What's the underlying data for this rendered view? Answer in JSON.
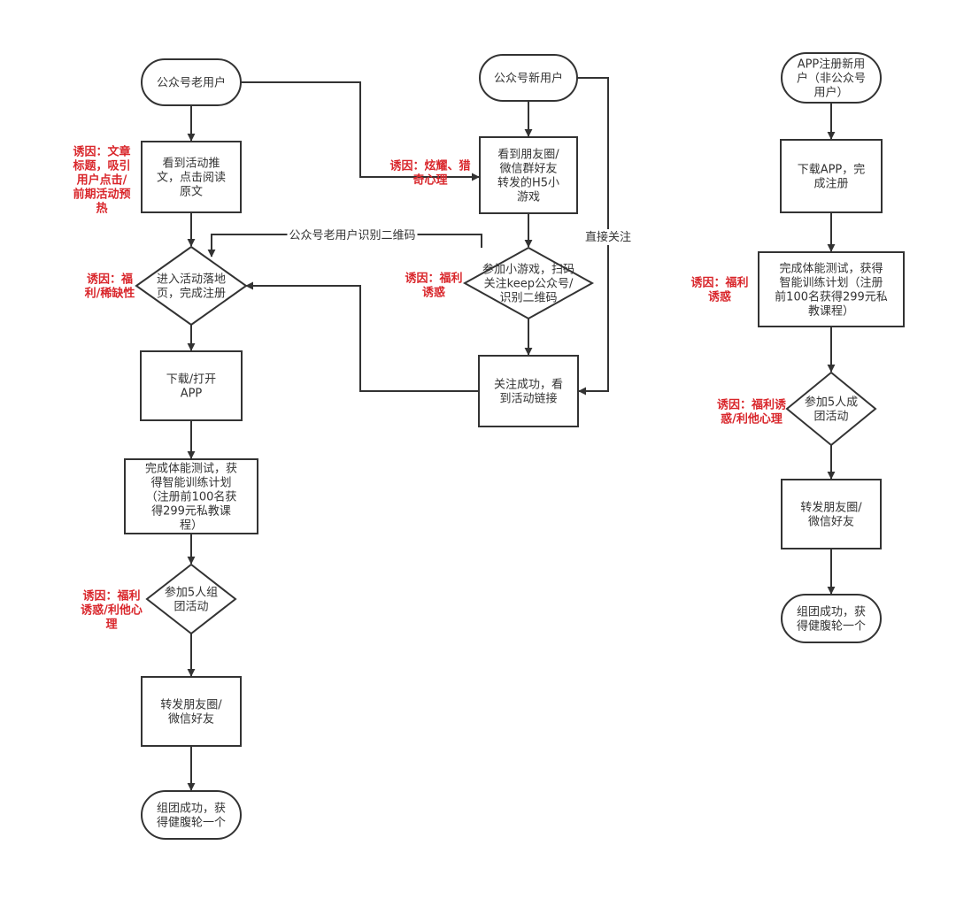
{
  "colors": {
    "stroke": "#333333",
    "text": "#333333",
    "note": "#d9262b",
    "background": "#ffffff"
  },
  "nodes": {
    "old_user_start": [
      "公众号老用户"
    ],
    "read_article": [
      "看到活动推",
      "文，点击阅读",
      "原文"
    ],
    "landing_page": [
      "进入活动落地",
      "页，完成注册"
    ],
    "download_app": [
      "下载/打开",
      "APP"
    ],
    "fitness_test_left": [
      "完成体能测试，获",
      "得智能训练计划",
      "（注册前100名获",
      "得299元私教课",
      "程）"
    ],
    "join_group_left": [
      "参加5人组",
      "团活动"
    ],
    "share_left": [
      "转发朋友圈/",
      "微信好友"
    ],
    "success_left": [
      "组团成功，获",
      "得健腹轮一个"
    ],
    "new_user_start": [
      "公众号新用户"
    ],
    "see_moments": [
      "看到朋友圈/",
      "微信群好友",
      "转发的H5小",
      "游戏"
    ],
    "play_game": [
      "参加小游戏，扫码",
      "关注keep公众号/",
      "识别二维码"
    ],
    "follow_success": [
      "关注成功，看",
      "到活动链接"
    ],
    "app_start": [
      "APP注册新用",
      "户（非公众号",
      "用户）"
    ],
    "download_register": [
      "下载APP，完",
      "成注册"
    ],
    "fitness_test_right": [
      "完成体能测试，获得",
      "智能训练计划（注册",
      "前100名获得299元私",
      "教课程）"
    ],
    "join_group_right": [
      "参加5人成",
      "团活动"
    ],
    "share_right": [
      "转发朋友圈/",
      "微信好友"
    ],
    "success_right": [
      "组团成功，获",
      "得健腹轮一个"
    ]
  },
  "notes": {
    "article_motive": [
      "诱因：文章",
      "标题，吸引",
      "用户点击/",
      "前期活动预",
      "热"
    ],
    "landing_motive": [
      "诱因：福",
      "利/稀缺性"
    ],
    "group_motive_left": [
      "诱因：福利",
      "诱惑/利他心",
      "理"
    ],
    "moments_motive": [
      "诱因：炫耀、猎",
      "奇心理"
    ],
    "game_motive": [
      "诱因：福利",
      "诱惑"
    ],
    "fitness_motive_right": [
      "诱因：福利",
      "诱惑"
    ],
    "group_motive_right": [
      "诱因：福利诱",
      "惑/利他心理"
    ]
  },
  "edge_labels": {
    "scan_qr": "公众号老用户识别二维码",
    "direct_follow": "直接关注"
  }
}
